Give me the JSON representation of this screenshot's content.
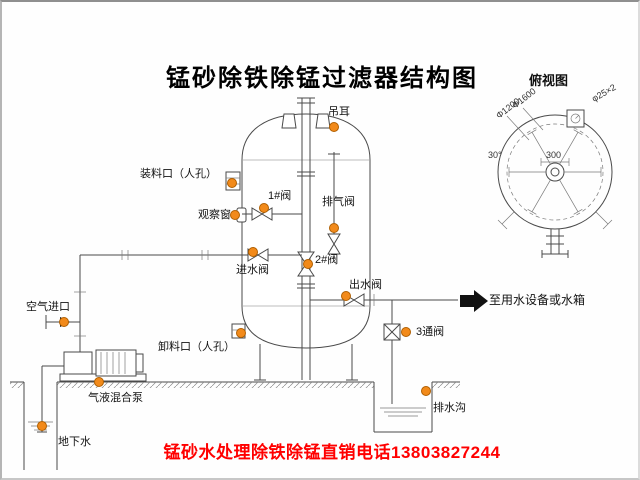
{
  "title": "锰砂除铁除锰过滤器结构图",
  "footer_hotline": "锰砂水处理除铁除锰直销电话13803827244",
  "top_view": {
    "label": "俯视图",
    "dim_inner": "Φ1200",
    "dim_outer": "Φ1600",
    "dim_holes": "φ25×2",
    "dim_center": "300",
    "dim_angle": "30°"
  },
  "labels": {
    "lifting_ear": "吊耳",
    "loading_port": "装料口（人孔）",
    "valve_1": "1#阀",
    "exhaust_valve": "排气阀",
    "observation_window": "观察窗",
    "inlet_valve": "进水阀",
    "valve_2": "2#阀",
    "outlet_valve": "出水阀",
    "three_way_valve": "3通阀",
    "to_water_equipment": "至用水设备或水箱",
    "air_inlet": "空气进口",
    "discharge_port": "卸料口（人孔）",
    "gas_liquid_pump": "气液混合泵",
    "groundwater": "地下水",
    "drain_ditch": "排水沟"
  },
  "colors": {
    "title_text": "#000000",
    "hotline_text": "#ff0000",
    "marker": "#f28a1a",
    "line": "#4a4a4a",
    "background": "#ffffff"
  }
}
